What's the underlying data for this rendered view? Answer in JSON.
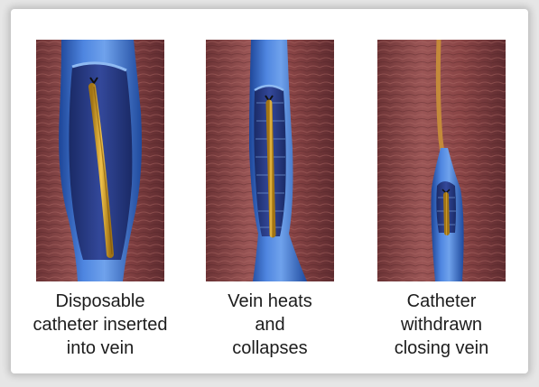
{
  "captions": [
    {
      "lines": [
        "Disposable",
        "catheter inserted",
        "into vein"
      ]
    },
    {
      "lines": [
        "Vein heats",
        "and",
        "collapses"
      ]
    },
    {
      "lines": [
        "Catheter",
        "withdrawn",
        "closing vein"
      ]
    }
  ],
  "colors": {
    "tissue": "#8e4a4a",
    "tissue_dark": "#5e2a2e",
    "vein": "#2f63c6",
    "vein_light": "#6fa2ec",
    "vein_dark": "#1c3f8a",
    "lumen": "#26387a",
    "catheter": "#d9a82e",
    "catheter_dark": "#9a6e12",
    "withdrawn_wire": "#c48a3a"
  }
}
